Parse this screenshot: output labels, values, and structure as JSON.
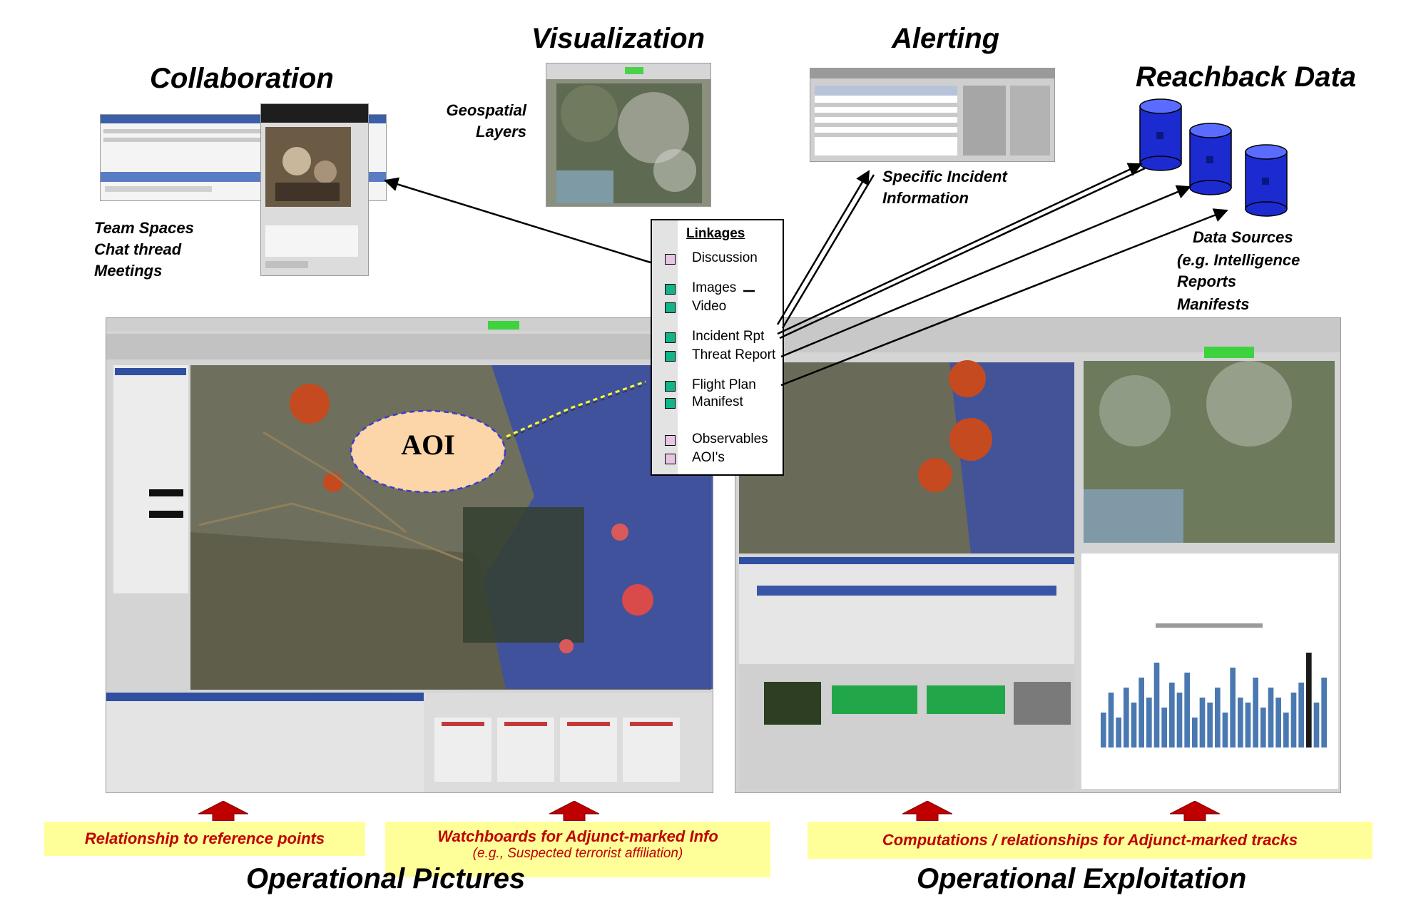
{
  "headings": {
    "collaboration": "Collaboration",
    "visualization": "Visualization",
    "alerting": "Alerting",
    "reachback": "Reachback Data"
  },
  "visualization_sub": [
    "Geospatial",
    "Layers"
  ],
  "collaboration_sub": [
    "Team Spaces",
    "Chat thread",
    "Meetings"
  ],
  "alerting_sub": [
    "Specific Incident",
    "Information"
  ],
  "reachback_sub": [
    "Data Sources",
    "(e.g. Intelligence",
    "Reports",
    "Manifests"
  ],
  "linkages": {
    "title": "Linkages",
    "items": [
      {
        "label": "Discussion",
        "color": "pink"
      },
      {
        "label": "Images",
        "color": "green"
      },
      {
        "label": "Video",
        "color": "green"
      },
      {
        "label": "Incident Rpt",
        "color": "green"
      },
      {
        "label": "Threat Report",
        "color": "green"
      },
      {
        "label": "Flight Plan",
        "color": "green"
      },
      {
        "label": "Manifest",
        "color": "green"
      },
      {
        "label": "Observables",
        "color": "pink"
      },
      {
        "label": "AOI's",
        "color": "pink"
      }
    ]
  },
  "aoi_label": "AOI",
  "callouts": {
    "reference": "Relationship to reference points",
    "watchboards": "Watchboards for Adjunct-marked Info",
    "watchboards_sub": "(e.g., Suspected terrorist affiliation)",
    "computations": "Computations / relationships for Adjunct-marked tracks"
  },
  "bottom_titles": {
    "pictures": "Operational Pictures",
    "exploitation": "Operational Exploitation"
  },
  "colors": {
    "callout_bg": "#ffff99",
    "callout_text": "#c00000",
    "arrow_red": "#c00000",
    "database_blue": "#1c2bd0",
    "aoi_fill": "#fcd5a8"
  }
}
